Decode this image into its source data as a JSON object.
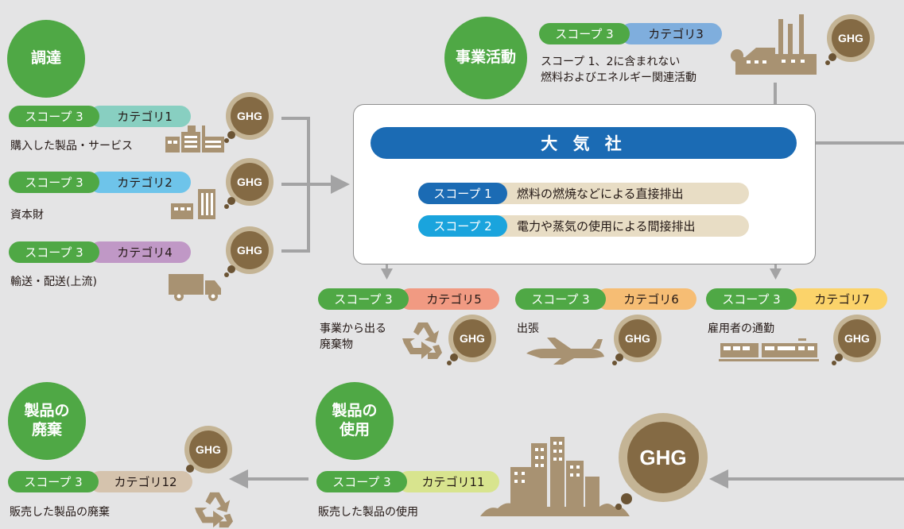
{
  "circles": {
    "procurement": "調達",
    "business": "事業活動",
    "disposal": "製品の\n廃棄",
    "use": "製品の\n使用"
  },
  "scope3": "スコープ 3",
  "ghg": "GHG",
  "company": "大 気 社",
  "direct": {
    "scope1_tag": "スコープ 1",
    "scope1_desc": "燃料の燃焼などによる直接排出",
    "scope2_tag": "スコープ 2",
    "scope2_desc": "電力や蒸気の使用による間接排出"
  },
  "categories": {
    "cat1": {
      "label": "カテゴリ1",
      "desc": "購入した製品・サービス"
    },
    "cat2": {
      "label": "カテゴリ2",
      "desc": "資本財"
    },
    "cat4": {
      "label": "カテゴリ4",
      "desc": "輸送・配送(上流)"
    },
    "cat3": {
      "label": "カテゴリ3",
      "desc": "スコープ 1、2に含まれない\n燃料およびエネルギー関連活動"
    },
    "cat5": {
      "label": "カテゴリ5",
      "desc": "事業から出る\n廃棄物"
    },
    "cat6": {
      "label": "カテゴリ6",
      "desc": "出張"
    },
    "cat7": {
      "label": "カテゴリ7",
      "desc": "雇用者の通勤"
    },
    "cat11": {
      "label": "カテゴリ11",
      "desc": "販売した製品の使用"
    },
    "cat12": {
      "label": "カテゴリ12",
      "desc": "販売した製品の廃棄"
    }
  },
  "colors": {
    "green": "#4fa845",
    "blue": "#1b6bb4",
    "light_blue": "#1aa4dd",
    "cat1": "#88cfc1",
    "cat2": "#6ec4ea",
    "cat3": "#7faedd",
    "cat4": "#c098c6",
    "cat5": "#f19a82",
    "cat6": "#f6bd74",
    "cat7": "#fbd36a",
    "cat11": "#d8e48e",
    "cat12": "#d5c3ad",
    "ghg_ring": "#c4b495",
    "ghg_core": "#846a44",
    "icon": "#a89272"
  }
}
